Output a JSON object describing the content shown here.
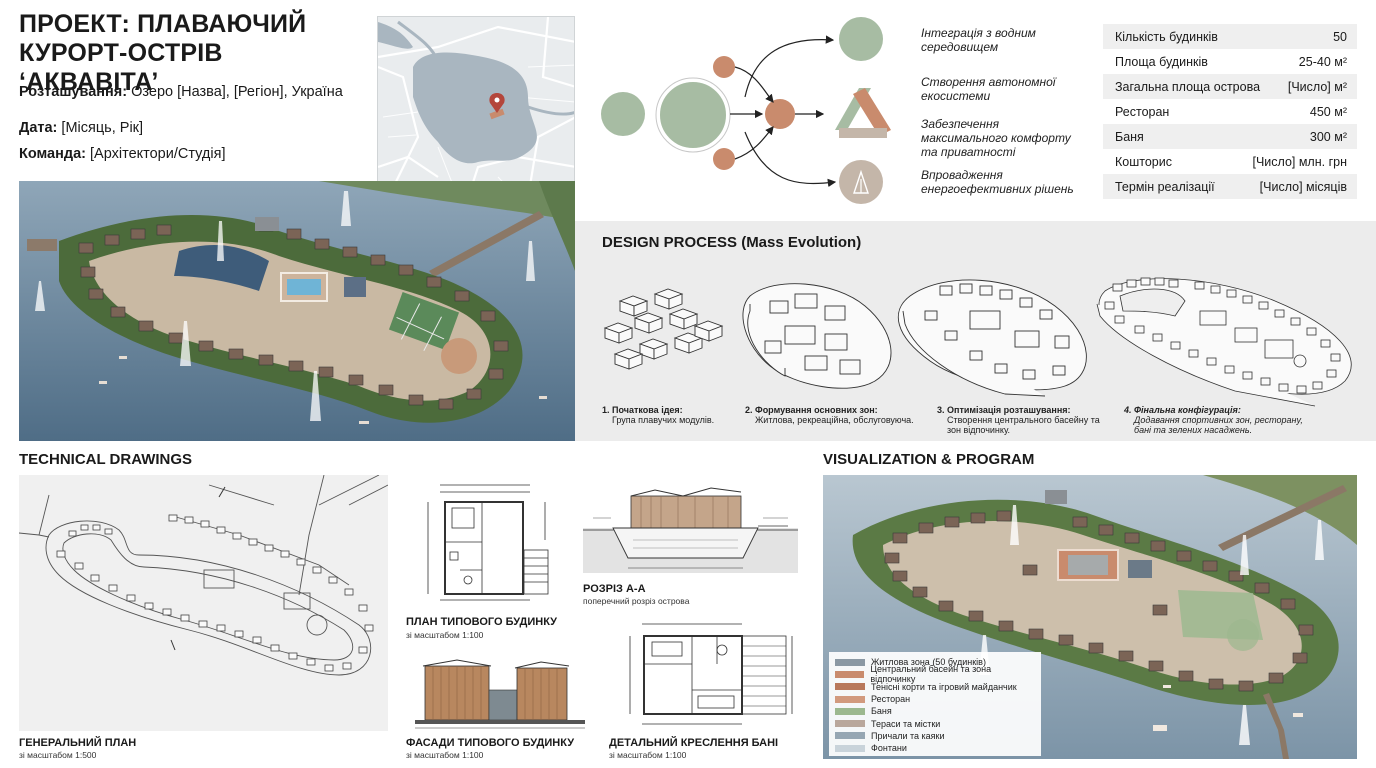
{
  "header": {
    "title_line1": "ПРОЕКТ: ПЛАВАЮЧИЙ",
    "title_line2": "КУРОРТ-ОСТРІВ ‘АКВАВІТА’",
    "location_label": "Розташування:",
    "location_value": " Озеро [Назва], [Регіон], Україна",
    "date_label": "Дата:",
    "date_value": " [Місяць, Рік]",
    "team_label": "Команда:",
    "team_value": " [Архітектори/Студія]"
  },
  "concept": {
    "items": [
      {
        "label": "Інтеграція з водним середовищем",
        "icon": "green-circle-icon"
      },
      {
        "label": "Створення автономної екосистеми",
        "icon": "triangle-loop-icon"
      },
      {
        "label": "Забезпечення максимального комфорту та приватності",
        "icon": "none"
      },
      {
        "label": "Впровадження енергоефективних рішень",
        "icon": "leaf-icon"
      }
    ],
    "colors": {
      "green": "#a7bca3",
      "orange": "#c98b6d",
      "grey": "#c4b6a9"
    }
  },
  "stats": [
    {
      "label": "Кількість будинків",
      "value": "50"
    },
    {
      "label": "Площа будинків",
      "value": "25-40 м²"
    },
    {
      "label": "Загальна площа острова",
      "value": "[Число] м²"
    },
    {
      "label": "Ресторан",
      "value": "450 м²"
    },
    {
      "label": "Баня",
      "value": "300 м²"
    },
    {
      "label": "Кошторис",
      "value": "[Число] млн. грн"
    },
    {
      "label": "Термін реалізації",
      "value": "[Число] місяців"
    }
  ],
  "process": {
    "title": "DESIGN PROCESS (Mass Evolution)",
    "steps": [
      {
        "title": "1. Початкова ідея:",
        "desc": "Група плавучих модулів."
      },
      {
        "title": "2. Формування основних зон:",
        "desc": "Житлова, рекреаційна, обслуговуюча."
      },
      {
        "title": "3. Оптимізація розташування:",
        "desc": "Створення центрального басейну та зон відпочинку."
      },
      {
        "title": "4. Фінальна конфігурація:",
        "desc": "Додавання спортивних зон, ресторану, бані та зелених насаджень."
      }
    ]
  },
  "technical": {
    "title": "TECHNICAL DRAWINGS",
    "master_title": "ГЕНЕРАЛЬНИЙ ПЛАН",
    "master_scale": "зі масштабом 1:500",
    "plan_title": "ПЛАН ТИПОВОГО БУДИНКУ",
    "plan_scale": "зі масштабом 1:100",
    "section_title": "РОЗРІЗ А-А",
    "section_sub": "поперечний розріз острова",
    "facade_title": "ФАСАДИ ТИПОВОГО БУДИНКУ",
    "facade_scale": "зі масштабом 1:100",
    "bath_title": "ДЕТАЛЬНИЙ КРЕСЛЕННЯ БАНІ",
    "bath_scale": "зі масштабом 1:100"
  },
  "visualization": {
    "title": "VISUALIZATION & PROGRAM",
    "legend": [
      {
        "label": "Житлова зона (50 будинків)",
        "color": "#8a98a3"
      },
      {
        "label": "Центральний басейн та зона відпочинку",
        "color": "#c98b6d"
      },
      {
        "label": "Тенісні корти та ігровий майданчик",
        "color": "#b8785b"
      },
      {
        "label": "Ресторан",
        "color": "#d29a7e"
      },
      {
        "label": "Баня",
        "color": "#9cb88f"
      },
      {
        "label": "Тераси та містки",
        "color": "#b9a79c"
      },
      {
        "label": "Причали та каяки",
        "color": "#96a6b3"
      },
      {
        "label": "Фонтани",
        "color": "#c9d3da"
      }
    ]
  }
}
